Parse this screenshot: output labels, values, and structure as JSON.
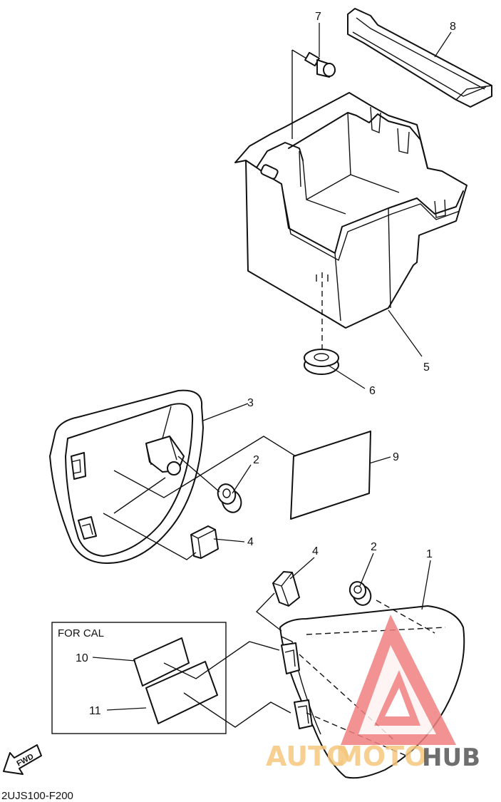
{
  "diagram": {
    "code": "2UJS100-F200",
    "box_label": "FOR CAL",
    "fwd_label": "FWD",
    "part_numbers": {
      "p1": "1",
      "p2a": "2",
      "p2b": "2",
      "p3": "3",
      "p4a": "4",
      "p4b": "4",
      "p5": "5",
      "p6": "6",
      "p7": "7",
      "p8": "8",
      "p9": "9",
      "p10": "10",
      "p11": "11"
    }
  },
  "watermark": {
    "text_auto": "AUTO",
    "text_moto": "MOTO",
    "text_hub": "HUB",
    "color_auto": "#f5c77e",
    "color_moto": "#f5c77e",
    "color_hub": "#555555",
    "logo_color": "#f08080"
  }
}
